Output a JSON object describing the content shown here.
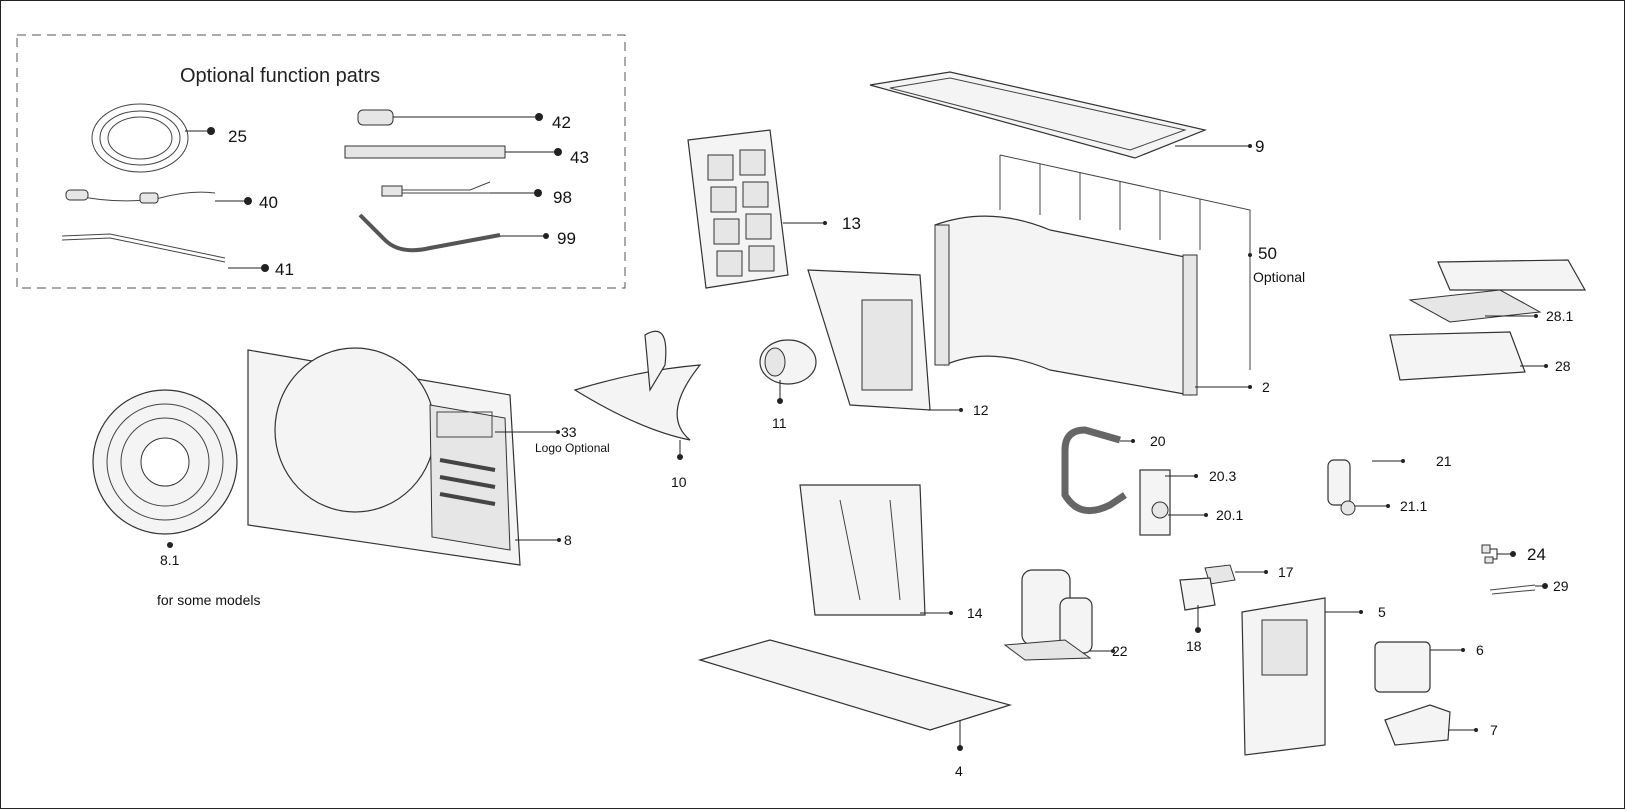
{
  "optional_box": {
    "title": "Optional function patrs"
  },
  "labels": {
    "p25": "25",
    "p42": "42",
    "p43": "43",
    "p40": "40",
    "p98": "98",
    "p41": "41",
    "p99": "99",
    "p9": "9",
    "p13": "13",
    "p50": "50",
    "p50_note": "Optional",
    "p28_1": "28.1",
    "p28": "28",
    "p2": "2",
    "p12": "12",
    "p11": "11",
    "p33": "33",
    "p33_note": "Logo Optional",
    "p10": "10",
    "p20": "20",
    "p20_3": "20.3",
    "p20_1": "20.1",
    "p21": "21",
    "p21_1": "21.1",
    "p8": "8",
    "p8_1": "8.1",
    "p8_1_note": "for some models",
    "p24": "24",
    "p17": "17",
    "p29": "29",
    "p14": "14",
    "p5": "5",
    "p22": "22",
    "p18": "18",
    "p6": "6",
    "p7": "7",
    "p4": "4"
  }
}
